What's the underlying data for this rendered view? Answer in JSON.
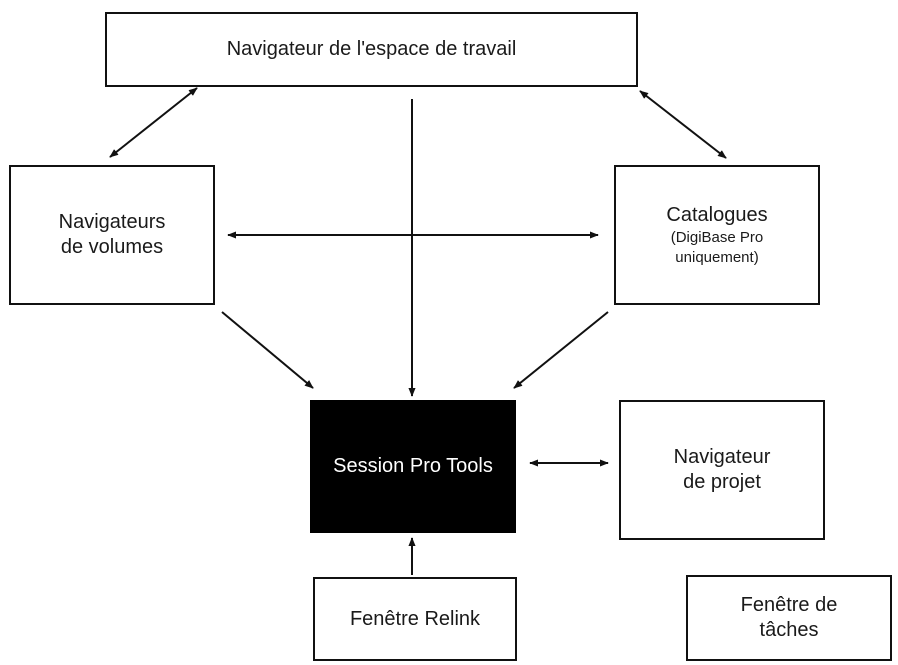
{
  "nodes": {
    "workspace_browser": {
      "label": "Navigateur de l'espace de travail"
    },
    "volume_browsers": {
      "line1": "Navigateurs",
      "line2": "de volumes"
    },
    "catalogs": {
      "title": "Catalogues",
      "note_line1": "(DigiBase Pro",
      "note_line2": "uniquement)"
    },
    "session": {
      "label": "Session Pro Tools"
    },
    "project_browser": {
      "line1": "Navigateur",
      "line2": "de projet"
    },
    "relink_window": {
      "label": "Fenêtre Relink"
    },
    "task_window": {
      "line1": "Fenêtre de",
      "line2": "tâches"
    }
  },
  "colors": {
    "stroke": "#111111",
    "session_fill": "#000000",
    "session_text": "#ffffff"
  }
}
